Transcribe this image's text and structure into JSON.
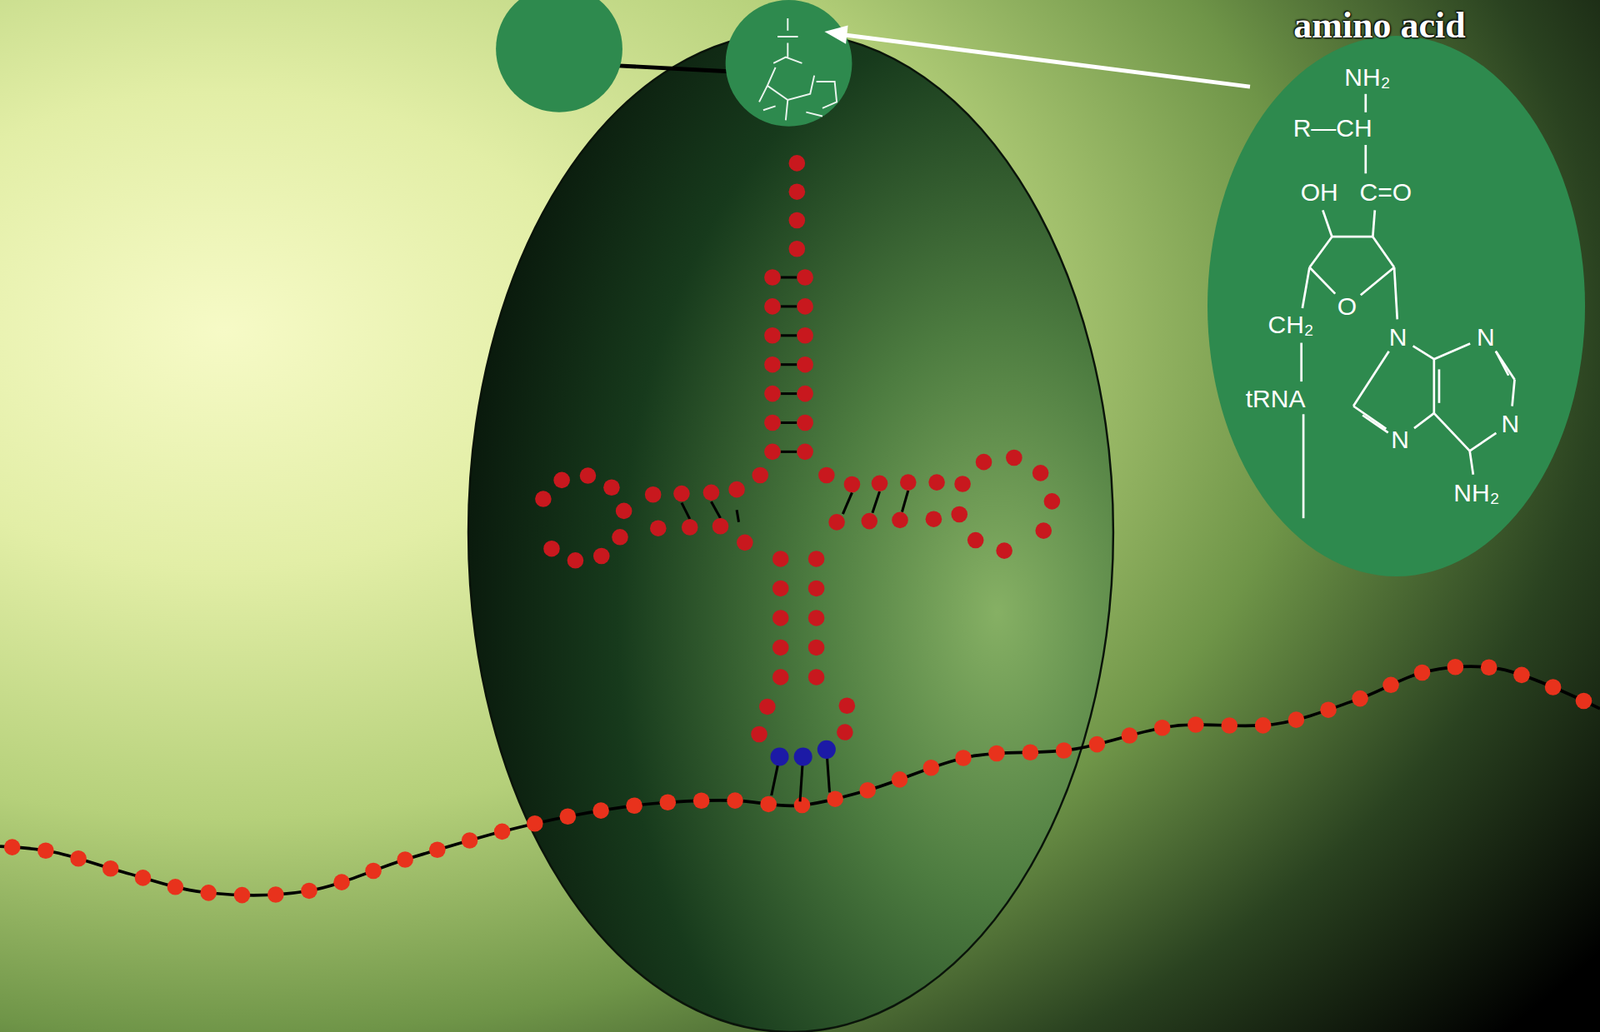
{
  "diagram": {
    "nodes": [
      {
        "text": [
          "amino acid",
          "NH₂",
          "R—CH",
          "OH",
          "C=O",
          "O",
          "CH₂",
          "N",
          "N",
          "tRNA",
          "N",
          "N",
          "NH₂"
        ]
      }
    ]
  }
}
